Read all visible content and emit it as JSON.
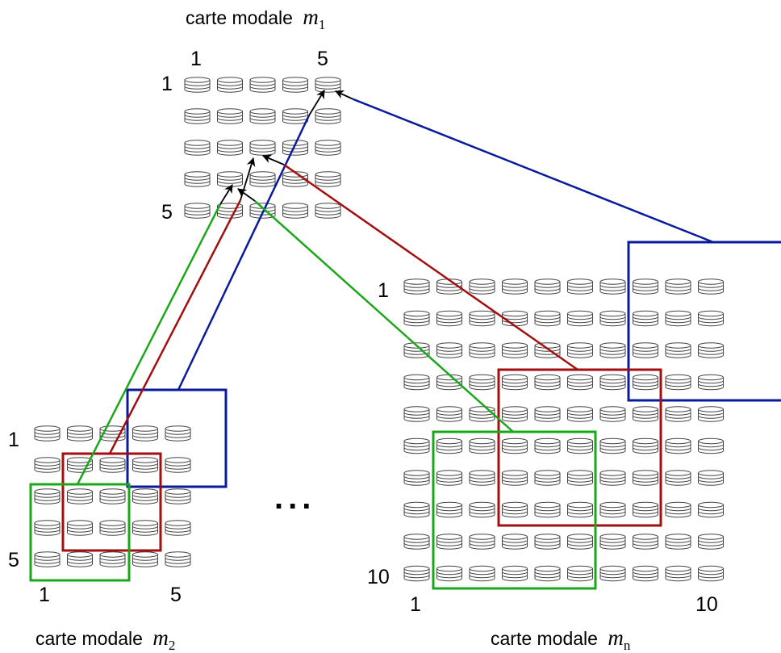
{
  "maps": {
    "m1": {
      "caption_text": "carte modale ",
      "caption_var": "m",
      "caption_sub": "1",
      "col_start": "1",
      "col_end": "5",
      "row_start": "1",
      "row_end": "5",
      "grid": [
        5,
        5
      ]
    },
    "m2": {
      "caption_text": "carte modale ",
      "caption_var": "m",
      "caption_sub": "2",
      "col_start": "1",
      "col_end": "5",
      "row_start": "1",
      "row_end": "5",
      "grid": [
        5,
        5
      ]
    },
    "mn": {
      "caption_text": "carte modale ",
      "caption_var": "m",
      "caption_sub": "n",
      "col_start": "1",
      "col_end": "10",
      "row_start": "1",
      "row_end": "10",
      "grid": [
        10,
        10
      ]
    }
  },
  "ellipsis": "...",
  "colors": {
    "blue": "#0a1a9c",
    "red": "#a30f0f",
    "green": "#1aa81a",
    "neuron": "#444444",
    "arrowhead": "#000000"
  }
}
